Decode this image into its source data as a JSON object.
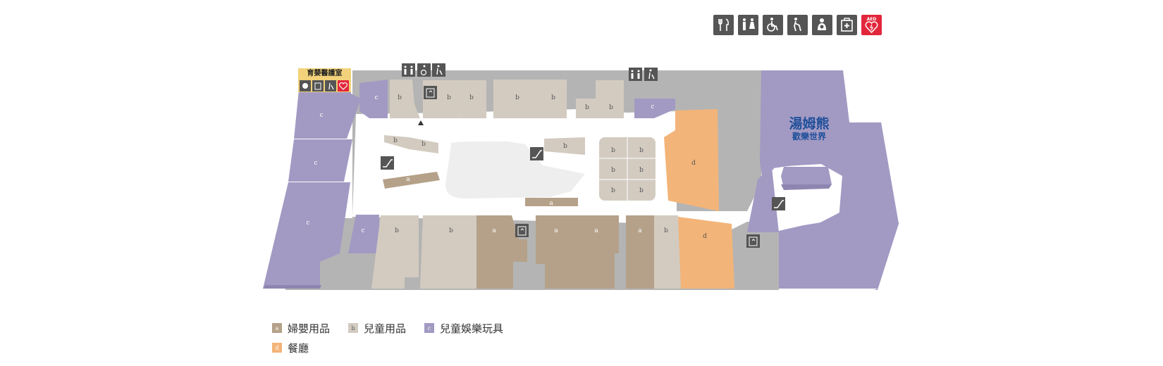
{
  "colors": {
    "a": "#b5a189",
    "b": "#d3cbc0",
    "c": "#a29ac3",
    "d": "#f3b479",
    "corridor": "#ffffff",
    "back_area": "#b4b4b4",
    "atrium": "#eeeeef",
    "icon_dark": "#555555",
    "icon_red": "#e2273b"
  },
  "facilities_bar": [
    {
      "icon": "restaurant-icon"
    },
    {
      "icon": "restroom-icon"
    },
    {
      "icon": "accessible-toilet-icon"
    },
    {
      "icon": "elderly-icon"
    },
    {
      "icon": "nursing-room-icon"
    },
    {
      "icon": "first-aid-icon"
    },
    {
      "icon": "aed-icon",
      "label": "AED"
    }
  ],
  "nursing_room": {
    "label": "育嬰醫護室"
  },
  "anchor_store": {
    "line1": "湯姆熊",
    "line2": "歡樂世界"
  },
  "store_codes": {
    "a": "a",
    "b": "b",
    "c": "c",
    "d": "d"
  },
  "legend": [
    {
      "code": "a",
      "label": "婦嬰用品"
    },
    {
      "code": "b",
      "label": "兒童用品"
    },
    {
      "code": "c",
      "label": "兒童娛樂玩具"
    },
    {
      "code": "d",
      "label": "餐廳"
    }
  ]
}
